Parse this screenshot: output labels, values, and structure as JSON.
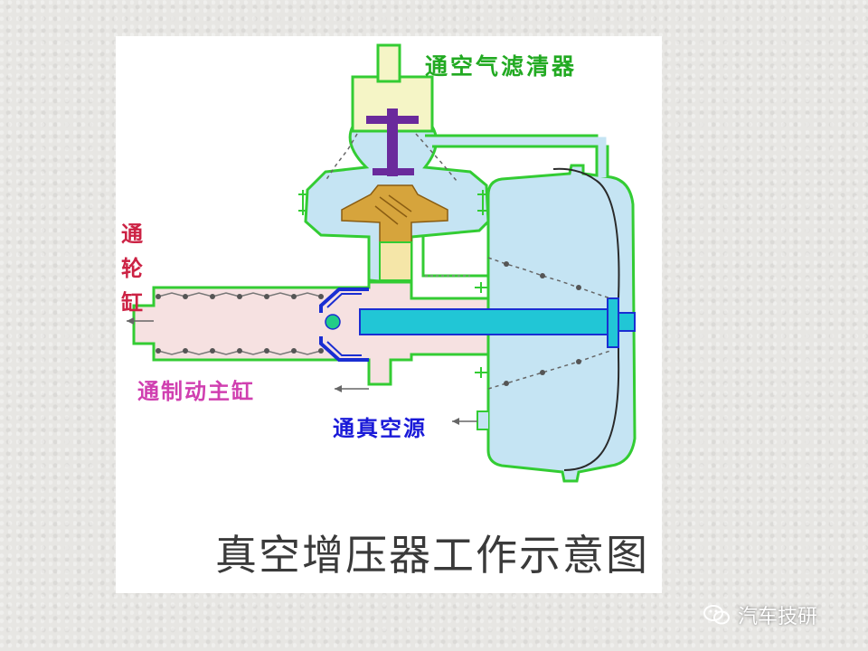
{
  "labels": {
    "air_filter": "通空气滤清器",
    "wheel_cylinder": "通轮缸",
    "master_cylinder": "通制动主缸",
    "vacuum_source": "通真空源",
    "caption": "真空增压器工作示意图"
  },
  "watermark": {
    "icon": "wechat-icon",
    "text": "汽车技研"
  },
  "colors": {
    "outline_green": "#33cc33",
    "vacuum_blue": "#c5e4f3",
    "air_yellow": "#f5f5c6",
    "fluid_pink": "#f6e1e1",
    "valve_purple": "#6a2a9c",
    "valve_gold": "#d6a43c",
    "piston_cyan": "#21c6d6",
    "seal_blue": "#1a2ed2",
    "label_green": "#22aa22",
    "label_red": "#cc2244",
    "label_magenta": "#d03fb0",
    "label_blue": "#1a1ad8"
  }
}
